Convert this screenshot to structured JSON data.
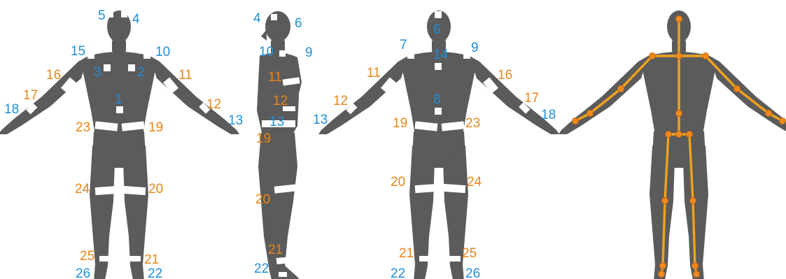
{
  "figure": {
    "views": [
      "front",
      "side",
      "back",
      "skeleton"
    ],
    "colors": {
      "marker_label_blue": "#1f8fd8",
      "marker_label_orange": "#e8861a",
      "figure_gray": "#5b5b5b",
      "marker_white": "#ffffff",
      "skeleton_bone": "#f2a21c",
      "skeleton_joint": "#f08a1c"
    },
    "front_labels": {
      "blue": [
        "5",
        "4",
        "15",
        "10",
        "3",
        "2",
        "1",
        "18",
        "13",
        "26",
        "22"
      ],
      "orange": [
        "16",
        "11",
        "17",
        "12",
        "23",
        "19",
        "24",
        "20",
        "25",
        "21"
      ]
    },
    "side_labels": {
      "blue": [
        "4",
        "6",
        "10",
        "9",
        "13",
        "22"
      ],
      "orange": [
        "11",
        "12",
        "19",
        "20",
        "21"
      ]
    },
    "back_labels": {
      "blue": [
        "6",
        "7",
        "9",
        "14",
        "8",
        "13",
        "18",
        "22",
        "26"
      ],
      "orange": [
        "11",
        "16",
        "12",
        "17",
        "19",
        "23",
        "20",
        "24",
        "21",
        "25"
      ]
    }
  }
}
